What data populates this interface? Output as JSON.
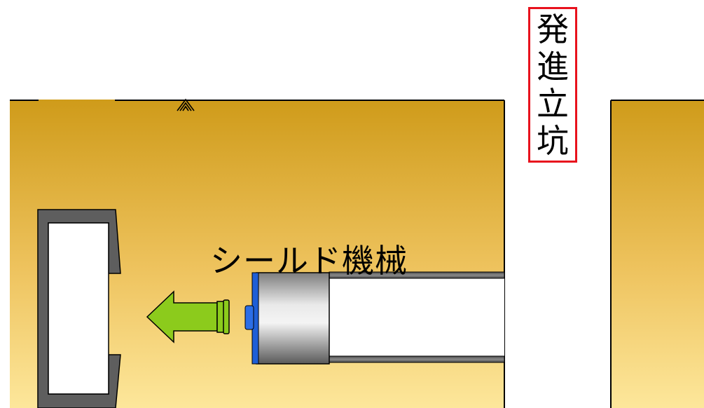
{
  "diagram": {
    "shaft_label_chars": [
      "発",
      "進",
      "立",
      "坑"
    ],
    "machine_label": "シールド機械",
    "colors": {
      "soil_top": "#cf9b1a",
      "soil_bottom": "#fde79b",
      "wall": "#5f5f5f",
      "arrow": "#8ccb1c",
      "label_border": "#e8121d",
      "cutter_face": "#1f5fd6"
    },
    "icons": [
      "direction-arrow-icon",
      "ground-surface-marker-icon"
    ]
  }
}
